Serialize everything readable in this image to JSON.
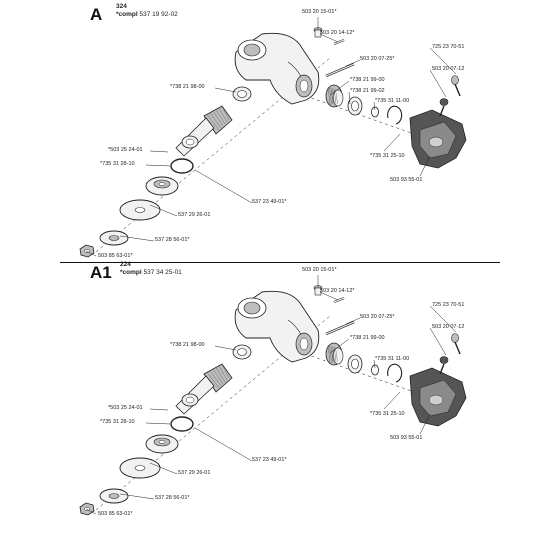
{
  "sections": [
    {
      "letter": "A",
      "model": "324",
      "compl_prefix": "*compl",
      "compl_number": "537 19 92-02",
      "parts": [
        {
          "key": "p1",
          "label": "503 20 15-01*"
        },
        {
          "key": "p2",
          "label": "503 20 14-12*"
        },
        {
          "key": "p3",
          "label": "725 23 70-51"
        },
        {
          "key": "p4",
          "label": "503 20 07-25*"
        },
        {
          "key": "p5",
          "label": "503 20 07-12"
        },
        {
          "key": "p6",
          "label": "*738 21 98-00"
        },
        {
          "key": "p7",
          "label": "*738 21 99-00"
        },
        {
          "key": "p8",
          "label": "*738 21 99-02"
        },
        {
          "key": "p9",
          "label": "*735 31 11-00"
        },
        {
          "key": "p10",
          "label": "*503 25 24-01"
        },
        {
          "key": "p11",
          "label": "*735 31 25-10"
        },
        {
          "key": "p12",
          "label": "*735 31 28-10"
        },
        {
          "key": "p13",
          "label": "503 93 55-01"
        },
        {
          "key": "p14",
          "label": "537 23 49-01*"
        },
        {
          "key": "p15",
          "label": "537 29 26-01"
        },
        {
          "key": "p16",
          "label": "537 28 56-01*"
        },
        {
          "key": "p17",
          "label": "503 85 63-01*"
        }
      ]
    },
    {
      "letter": "A1",
      "model": "224",
      "compl_prefix": "*compl",
      "compl_number": "537 34 25-01",
      "parts": [
        {
          "key": "p1",
          "label": "503 20 15-01*"
        },
        {
          "key": "p2",
          "label": "503 20 14-12*"
        },
        {
          "key": "p3",
          "label": "725 23 70-51"
        },
        {
          "key": "p4",
          "label": "503 20 07-25*"
        },
        {
          "key": "p5",
          "label": "503 20 07-12"
        },
        {
          "key": "p6",
          "label": "*738 21 98-00"
        },
        {
          "key": "p7",
          "label": "*738 21 99-00"
        },
        {
          "key": "p9",
          "label": "*735 31 11-00"
        },
        {
          "key": "p10",
          "label": "*503 25 24-01"
        },
        {
          "key": "p11",
          "label": "*735 31 25-10"
        },
        {
          "key": "p12",
          "label": "*735 31 28-10"
        },
        {
          "key": "p13",
          "label": "503 93 55-01"
        },
        {
          "key": "p14",
          "label": "537 23 49-01*"
        },
        {
          "key": "p15",
          "label": "537 29 26-01"
        },
        {
          "key": "p16",
          "label": "537 28 56-01*"
        },
        {
          "key": "p17",
          "label": "503 85 63-01*"
        }
      ]
    }
  ],
  "colors": {
    "line": "#222222",
    "part_fill": "#f2f2f2",
    "part_shade": "#bdbdbd",
    "part_dark": "#555555"
  }
}
